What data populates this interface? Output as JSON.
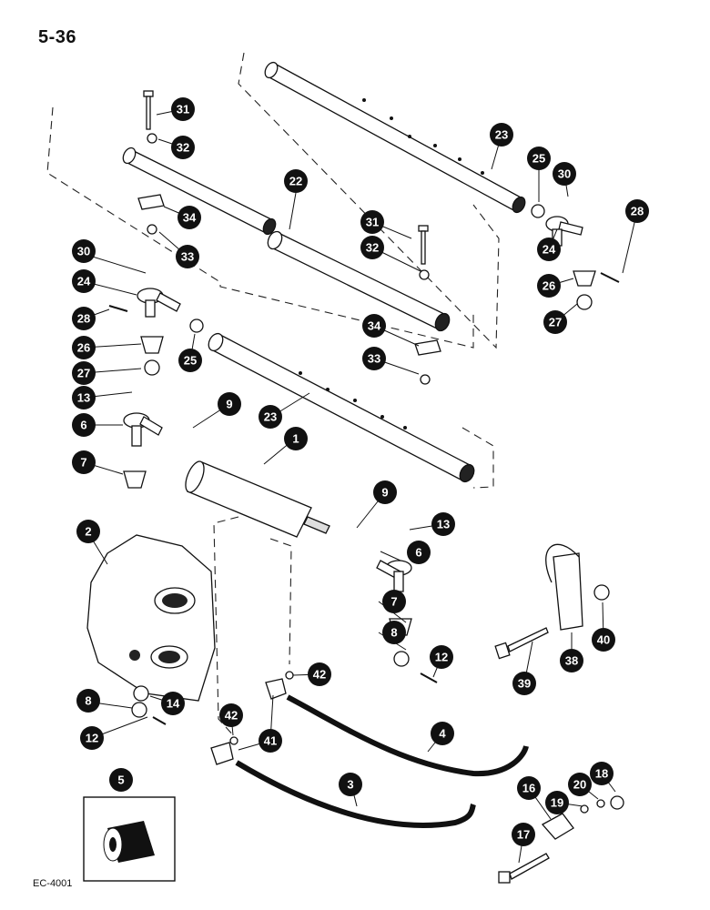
{
  "header": {
    "page_number": "5-36"
  },
  "footer": {
    "figure_code": "EC-4001"
  },
  "callouts": [
    "1",
    "2",
    "3",
    "4",
    "5",
    "6",
    "6",
    "7",
    "7",
    "8",
    "8",
    "9",
    "9",
    "12",
    "12",
    "13",
    "13",
    "14",
    "16",
    "17",
    "18",
    "19",
    "20",
    "22",
    "23",
    "23",
    "24",
    "24",
    "25",
    "25",
    "26",
    "26",
    "27",
    "27",
    "28",
    "28",
    "30",
    "30",
    "31",
    "31",
    "32",
    "32",
    "33",
    "33",
    "34",
    "34",
    "38",
    "39",
    "40",
    "41",
    "42",
    "42"
  ],
  "icons": [
    "tube-icon",
    "cylinder-icon",
    "bracket-icon",
    "hose-icon",
    "tie-rod-end-icon",
    "bolt-icon",
    "nut-icon",
    "washer-icon",
    "fitting-icon",
    "clip-icon",
    "cotter-pin-icon",
    "seal-icon"
  ]
}
